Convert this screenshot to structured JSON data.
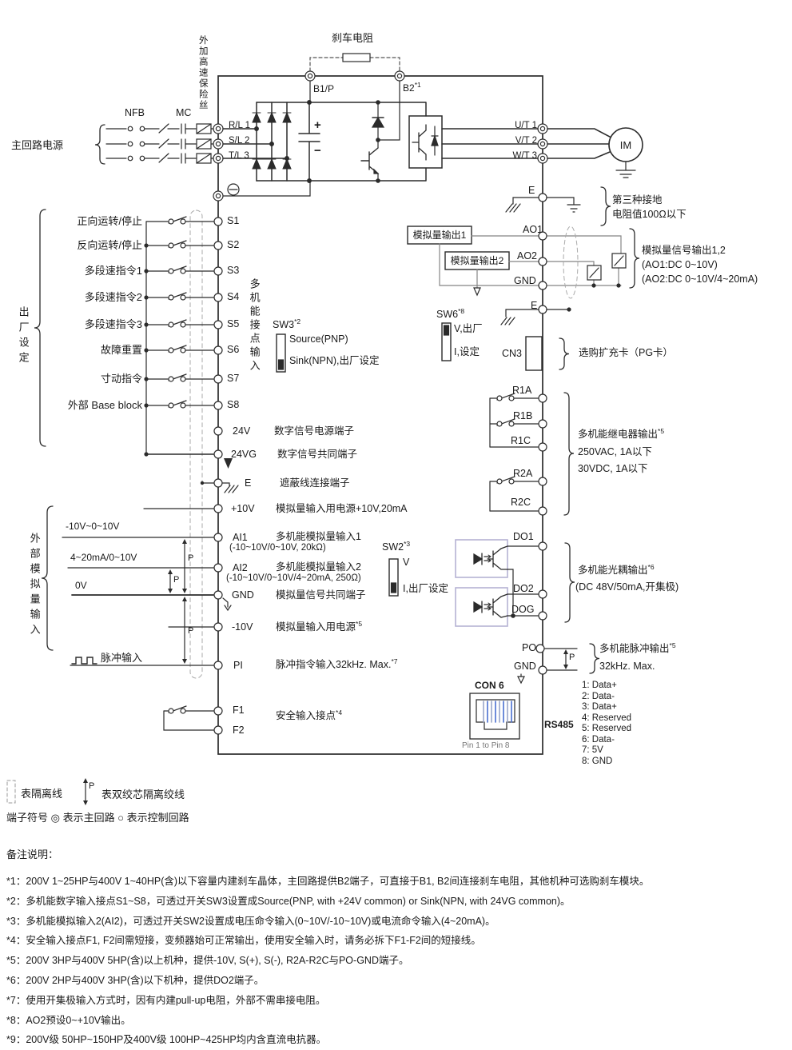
{
  "top": {
    "brake_resistor": "刹车电阻",
    "external_fuse": "外加高速保险丝",
    "nfb": "NFB",
    "mc": "MC",
    "main_power": "主回路电源",
    "terminals": {
      "r": "R/L 1",
      "s": "S/L 2",
      "t": "T/L 3",
      "b1": "B1/P",
      "b2": "B2",
      "b2_note": "*1",
      "u": "U/T 1",
      "v": "V/T 2",
      "w": "W/T 3",
      "e": "E"
    },
    "motor": "IM",
    "grounding_line1": "第三种接地",
    "grounding_line2": "电阻值100Ω以下"
  },
  "digital_inputs": {
    "group_label": "出厂设定",
    "bus_label": "多机能接点输入",
    "rows": [
      {
        "label": "正向运转/停止",
        "term": "S1"
      },
      {
        "label": "反向运转/停止",
        "term": "S2"
      },
      {
        "label": "多段速指令1",
        "term": "S3"
      },
      {
        "label": "多段速指令2",
        "term": "S4"
      },
      {
        "label": "多段速指令3",
        "term": "S5"
      },
      {
        "label": "故障重置",
        "term": "S6"
      },
      {
        "label": "寸动指令",
        "term": "S7"
      },
      {
        "label": "外部 Base block",
        "term": "S8"
      }
    ],
    "sw3": {
      "name": "SW3",
      "note": "*2",
      "source": "Source(PNP)",
      "sink": "Sink(NPN),出厂设定"
    },
    "v24": {
      "term": "24V",
      "desc": "数字信号电源端子"
    },
    "v24g": {
      "term": "24VG",
      "desc": "数字信号共同端子"
    },
    "shield": {
      "term": "E",
      "desc": "遮蔽线连接端子"
    }
  },
  "analog_inputs": {
    "group_label": "外部模拟量输入",
    "p10": {
      "term": "+10V",
      "desc": "模拟量输入用电源+10V,20mA"
    },
    "ai1": {
      "source": "-10V~0~10V",
      "term": "AI1",
      "desc": "多机能模拟量输入1",
      "spec": "(-10~10V/0~10V, 20kΩ)"
    },
    "ai2": {
      "source": "4~20mA/0~10V",
      "term": "AI2",
      "desc": "多机能模拟量输入2",
      "spec": "(-10~10V/0~10V/4~20mA, 250Ω)"
    },
    "zero": "0V",
    "sw2": {
      "name": "SW2",
      "note": "*3",
      "v": "V",
      "i": "I,出厂设定"
    },
    "gnd": {
      "term": "GND",
      "desc": "模拟量信号共同端子"
    },
    "m10": {
      "term": "-10V",
      "desc": "模拟量输入用电源",
      "note": "*5"
    },
    "pulse": {
      "source": "脉冲输入",
      "term": "PI",
      "desc": "脉冲指令输入32kHz. Max.",
      "note": "*7"
    },
    "safety": {
      "f1": "F1",
      "f2": "F2",
      "desc": "安全输入接点",
      "note": "*4"
    }
  },
  "analog_outputs": {
    "box1": "模拟量输出1",
    "box2": "模拟量输出2",
    "ao1": "AO1",
    "ao2": "AO2",
    "gnd": "GND",
    "e": "E",
    "desc1": "模拟量信号输出1,2",
    "desc2": "(AO1:DC 0~10V)",
    "desc3": "(AO2:DC 0~10V/4~20mA)",
    "sw6": {
      "name": "SW6",
      "note": "*8",
      "v": "V,出厂",
      "i": "I,设定"
    },
    "cn3": "CN3",
    "cn3_desc": "选购扩充卡（PG卡）"
  },
  "relay_outputs": {
    "r1a": "R1A",
    "r1b": "R1B",
    "r1c": "R1C",
    "r2a": "R2A",
    "r2c": "R2C",
    "desc": "多机能继电器输出",
    "note": "*5",
    "spec1": "250VAC, 1A以下",
    "spec2": "30VDC, 1A以下"
  },
  "photocoupler_outputs": {
    "do1": "DO1",
    "do2": "DO2",
    "dog": "DOG",
    "desc": "多机能光耦输出",
    "note": "*6",
    "spec": "(DC 48V/50mA,开集极)"
  },
  "pulse_output": {
    "po": "PO",
    "gnd": "GND",
    "desc": "多机能脉冲输出",
    "note": "*5",
    "spec": "32kHz. Max."
  },
  "comm": {
    "con6": "CON 6",
    "pin_range": "Pin 1 to Pin 8",
    "rs485": "RS485",
    "pins": [
      "1: Data+",
      "2: Data-",
      "3: Data+",
      "4: Reserved",
      "5: Reserved",
      "6: Data-",
      "7: 5V",
      "8: GND"
    ]
  },
  "legend": {
    "isolation": "表隔离线",
    "twisted": "表双绞芯隔离绞线",
    "terminal_symbols": "端子符号 ◎ 表示主回路 ○ 表示控制回路"
  },
  "misc": {
    "p": "P",
    "plus": "+",
    "minus": "−"
  },
  "notes": {
    "title": "备注说明：",
    "items": [
      "*1：200V 1~25HP与400V 1~40HP(含)以下容量内建刹车晶体，主回路提供B2端子，可直接于B1, B2间连接刹车电阻，其他机种可选购刹车模块。",
      "*2：多机能数字输入接点S1~S8，可透过开关SW3设置成Source(PNP, with +24V common) or Sink(NPN, with 24VG common)。",
      "*3：多机能模拟输入2(AI2)，可透过开关SW2设置成电压命令输入(0~10V/-10~10V)或电流命令输入(4~20mA)。",
      "*4：安全输入接点F1, F2间需短接，变频器始可正常输出，使用安全输入时，请务必拆下F1-F2间的短接线。",
      "*5：200V 3HP与400V 5HP(含)以上机种，提供-10V, S(+), S(-), R2A-R2C与PO-GND端子。",
      "*6：200V 2HP与400V 3HP(含)以下机种，提供DO2端子。",
      "*7：使用开集极输入方式时，因有内建pull-up电阻，外部不需串接电阻。",
      "*8：AO2预设0~+10V输出。",
      "*9：200V级 50HP~150HP及400V级 100HP~425HP均内含直流电抗器。"
    ]
  }
}
